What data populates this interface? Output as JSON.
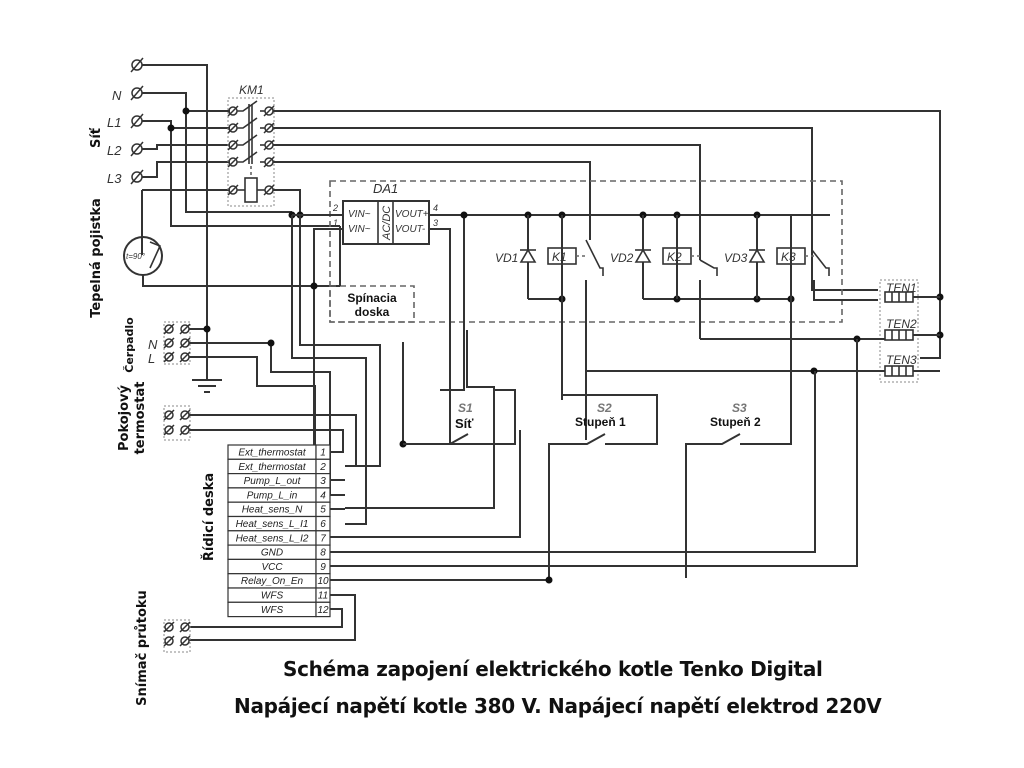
{
  "diagram": {
    "title_line1": "Schéma zapojení elektrického kotle Tenko Digital",
    "title_line2": "Napájecí napětí kotle 380 V. Napájecí napětí elektrod 220V",
    "side_labels": {
      "sit": "Síť",
      "tepelna_pojistka": "Tepelná pojistka",
      "cerpadlo": "Čerpadlo",
      "pokojovy_termostat_1": "Pokojový",
      "pokojovy_termostat_2": "termostat",
      "ridici_deska": "Řídicí deska",
      "snimac_prutoku": "Snímač průtoku"
    },
    "mains_terminals": [
      "",
      "N",
      "L1",
      "L2",
      "L3"
    ],
    "pump_terminals": [
      "",
      "N",
      "L"
    ],
    "contactor": {
      "label": "KM1"
    },
    "thermal_fuse": {
      "label": "t=90°"
    },
    "converter": {
      "label": "DA1",
      "type": "AC/DC",
      "inputs": [
        {
          "pin": "2",
          "name": "VIN~"
        },
        {
          "pin": "1",
          "name": "VIN~"
        }
      ],
      "outputs": [
        {
          "pin": "4",
          "name": "VOUT+"
        },
        {
          "pin": "3",
          "name": "VOUT-"
        }
      ]
    },
    "switching_board": {
      "label_line1": "Spínacia",
      "label_line2": "doska"
    },
    "diodes": [
      "VD1",
      "VD2",
      "VD3"
    ],
    "relays": [
      "K1",
      "K2",
      "K3"
    ],
    "heaters": [
      "TEN1",
      "TEN2",
      "TEN3"
    ],
    "switches": [
      {
        "id": "S1",
        "name": "Síť"
      },
      {
        "id": "S2",
        "name": "Stupeň 1"
      },
      {
        "id": "S3",
        "name": "Stupeň 2"
      }
    ],
    "control_board_pins": [
      {
        "name": "Ext_thermostat",
        "num": "1"
      },
      {
        "name": "Ext_thermostat",
        "num": "2"
      },
      {
        "name": "Pump_L_out",
        "num": "3"
      },
      {
        "name": "Pump_L_in",
        "num": "4"
      },
      {
        "name": "Heat_sens_N",
        "num": "5"
      },
      {
        "name": "Heat_sens_L_I1",
        "num": "6"
      },
      {
        "name": "Heat_sens_L_I2",
        "num": "7"
      },
      {
        "name": "GND",
        "num": "8"
      },
      {
        "name": "VCC",
        "num": "9"
      },
      {
        "name": "Relay_On_En",
        "num": "10"
      },
      {
        "name": "WFS",
        "num": "11"
      },
      {
        "name": "WFS",
        "num": "12"
      }
    ]
  }
}
